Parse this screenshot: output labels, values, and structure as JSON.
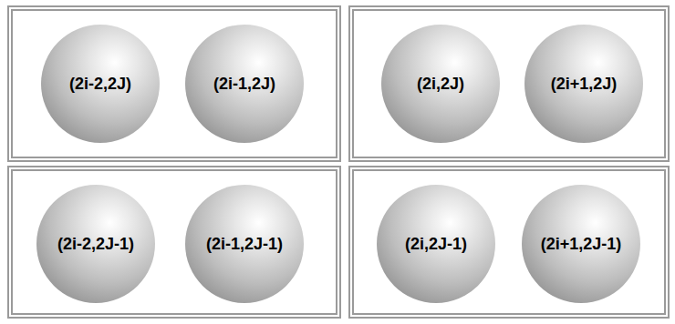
{
  "diagram": {
    "nodes": [
      {
        "text": []
      },
      {
        "text": [
          "(2i-2,2J)"
        ],
        "in": 0
      },
      {
        "text": [
          "(2i-1,2J)"
        ],
        "in": 0
      },
      {
        "text": []
      },
      {
        "text": [
          "(2i,2J)"
        ],
        "in": 3
      },
      {
        "text": [
          "(2i+1,2J)"
        ],
        "in": 3
      },
      {
        "text": []
      },
      {
        "text": [
          "(2i-2,2J-1)"
        ],
        "in": 6
      },
      {
        "text": [
          "(2i-1,2J-1)"
        ],
        "in": 6
      },
      {
        "text": []
      },
      {
        "text": [
          "(2i,2J-1)"
        ],
        "in": 9
      },
      {
        "text": [
          "(2i+1,2J-1)"
        ],
        "in": 9
      }
    ]
  }
}
